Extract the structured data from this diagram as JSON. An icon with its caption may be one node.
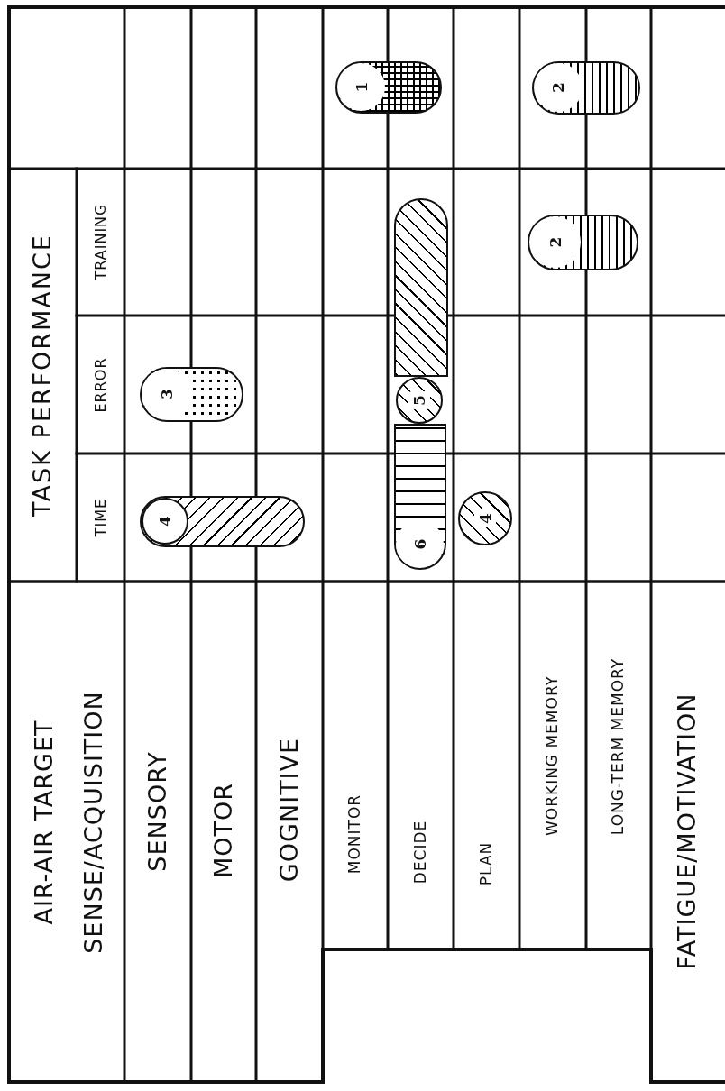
{
  "diagram": {
    "nodes": [
      {
        "text": [
          "1"
        ]
      },
      {
        "text": [
          "2"
        ]
      },
      {
        "text": [],
        "shape": "bar"
      },
      {
        "text": [
          "2"
        ]
      },
      {
        "text": [
          "3"
        ]
      },
      {
        "text": [
          "5"
        ]
      },
      {
        "text": [
          "4"
        ]
      },
      {
        "text": [
          "4"
        ]
      },
      {
        "text": [
          "6"
        ]
      }
    ],
    "edges": [],
    "labels": [
      "TASK PERFORMANCE",
      "TRAINING",
      "ERROR",
      "TIME",
      "AIR-AIR TARGET SENSE/ACQUISITION",
      "SENSORY",
      "MOTOR",
      "GOGNITIVE",
      "MONITOR",
      "DECIDE",
      "PLAN",
      "WORKING MEMORY",
      "LONG-TERM MEMORY",
      "FATIGUE/MOTIVATION"
    ]
  }
}
